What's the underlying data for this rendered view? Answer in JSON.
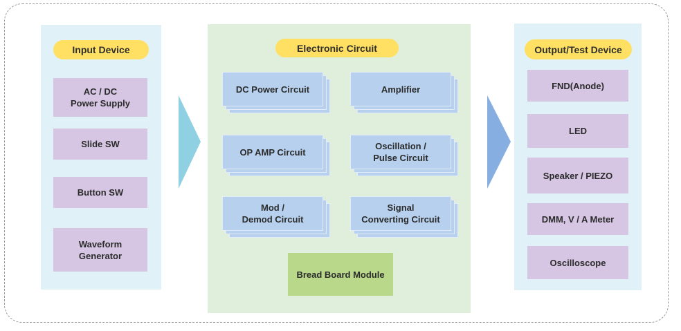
{
  "colors": {
    "side_panel_bg": "#e1f1f8",
    "center_panel_bg": "#e0efdb",
    "header_pill": "#ffe062",
    "device_box": "#d6c6e3",
    "circuit_box": "#b6d0ee",
    "module_box": "#b9d88a",
    "arrow_in": "#8fd0e2",
    "arrow_out": "#86aee0"
  },
  "input": {
    "title": "Input Device",
    "items": [
      "AC / DC\nPower Supply",
      "Slide SW",
      "Button SW",
      "Waveform\nGenerator"
    ]
  },
  "circuit": {
    "title": "Electronic Circuit",
    "items": [
      "DC Power Circuit",
      "Amplifier",
      "OP AMP Circuit",
      "Oscillation /\nPulse Circuit",
      "Mod /\nDemod Circuit",
      "Signal\nConverting Circuit"
    ],
    "module": "Bread Board Module"
  },
  "output": {
    "title": "Output/Test Device",
    "items": [
      "FND(Anode)",
      "LED",
      "Speaker / PIEZO",
      "DMM, V / A Meter",
      "Oscilloscope"
    ]
  },
  "arrows": {
    "input_to_circuit": "arrow-right-icon",
    "circuit_to_output": "arrow-right-icon"
  }
}
